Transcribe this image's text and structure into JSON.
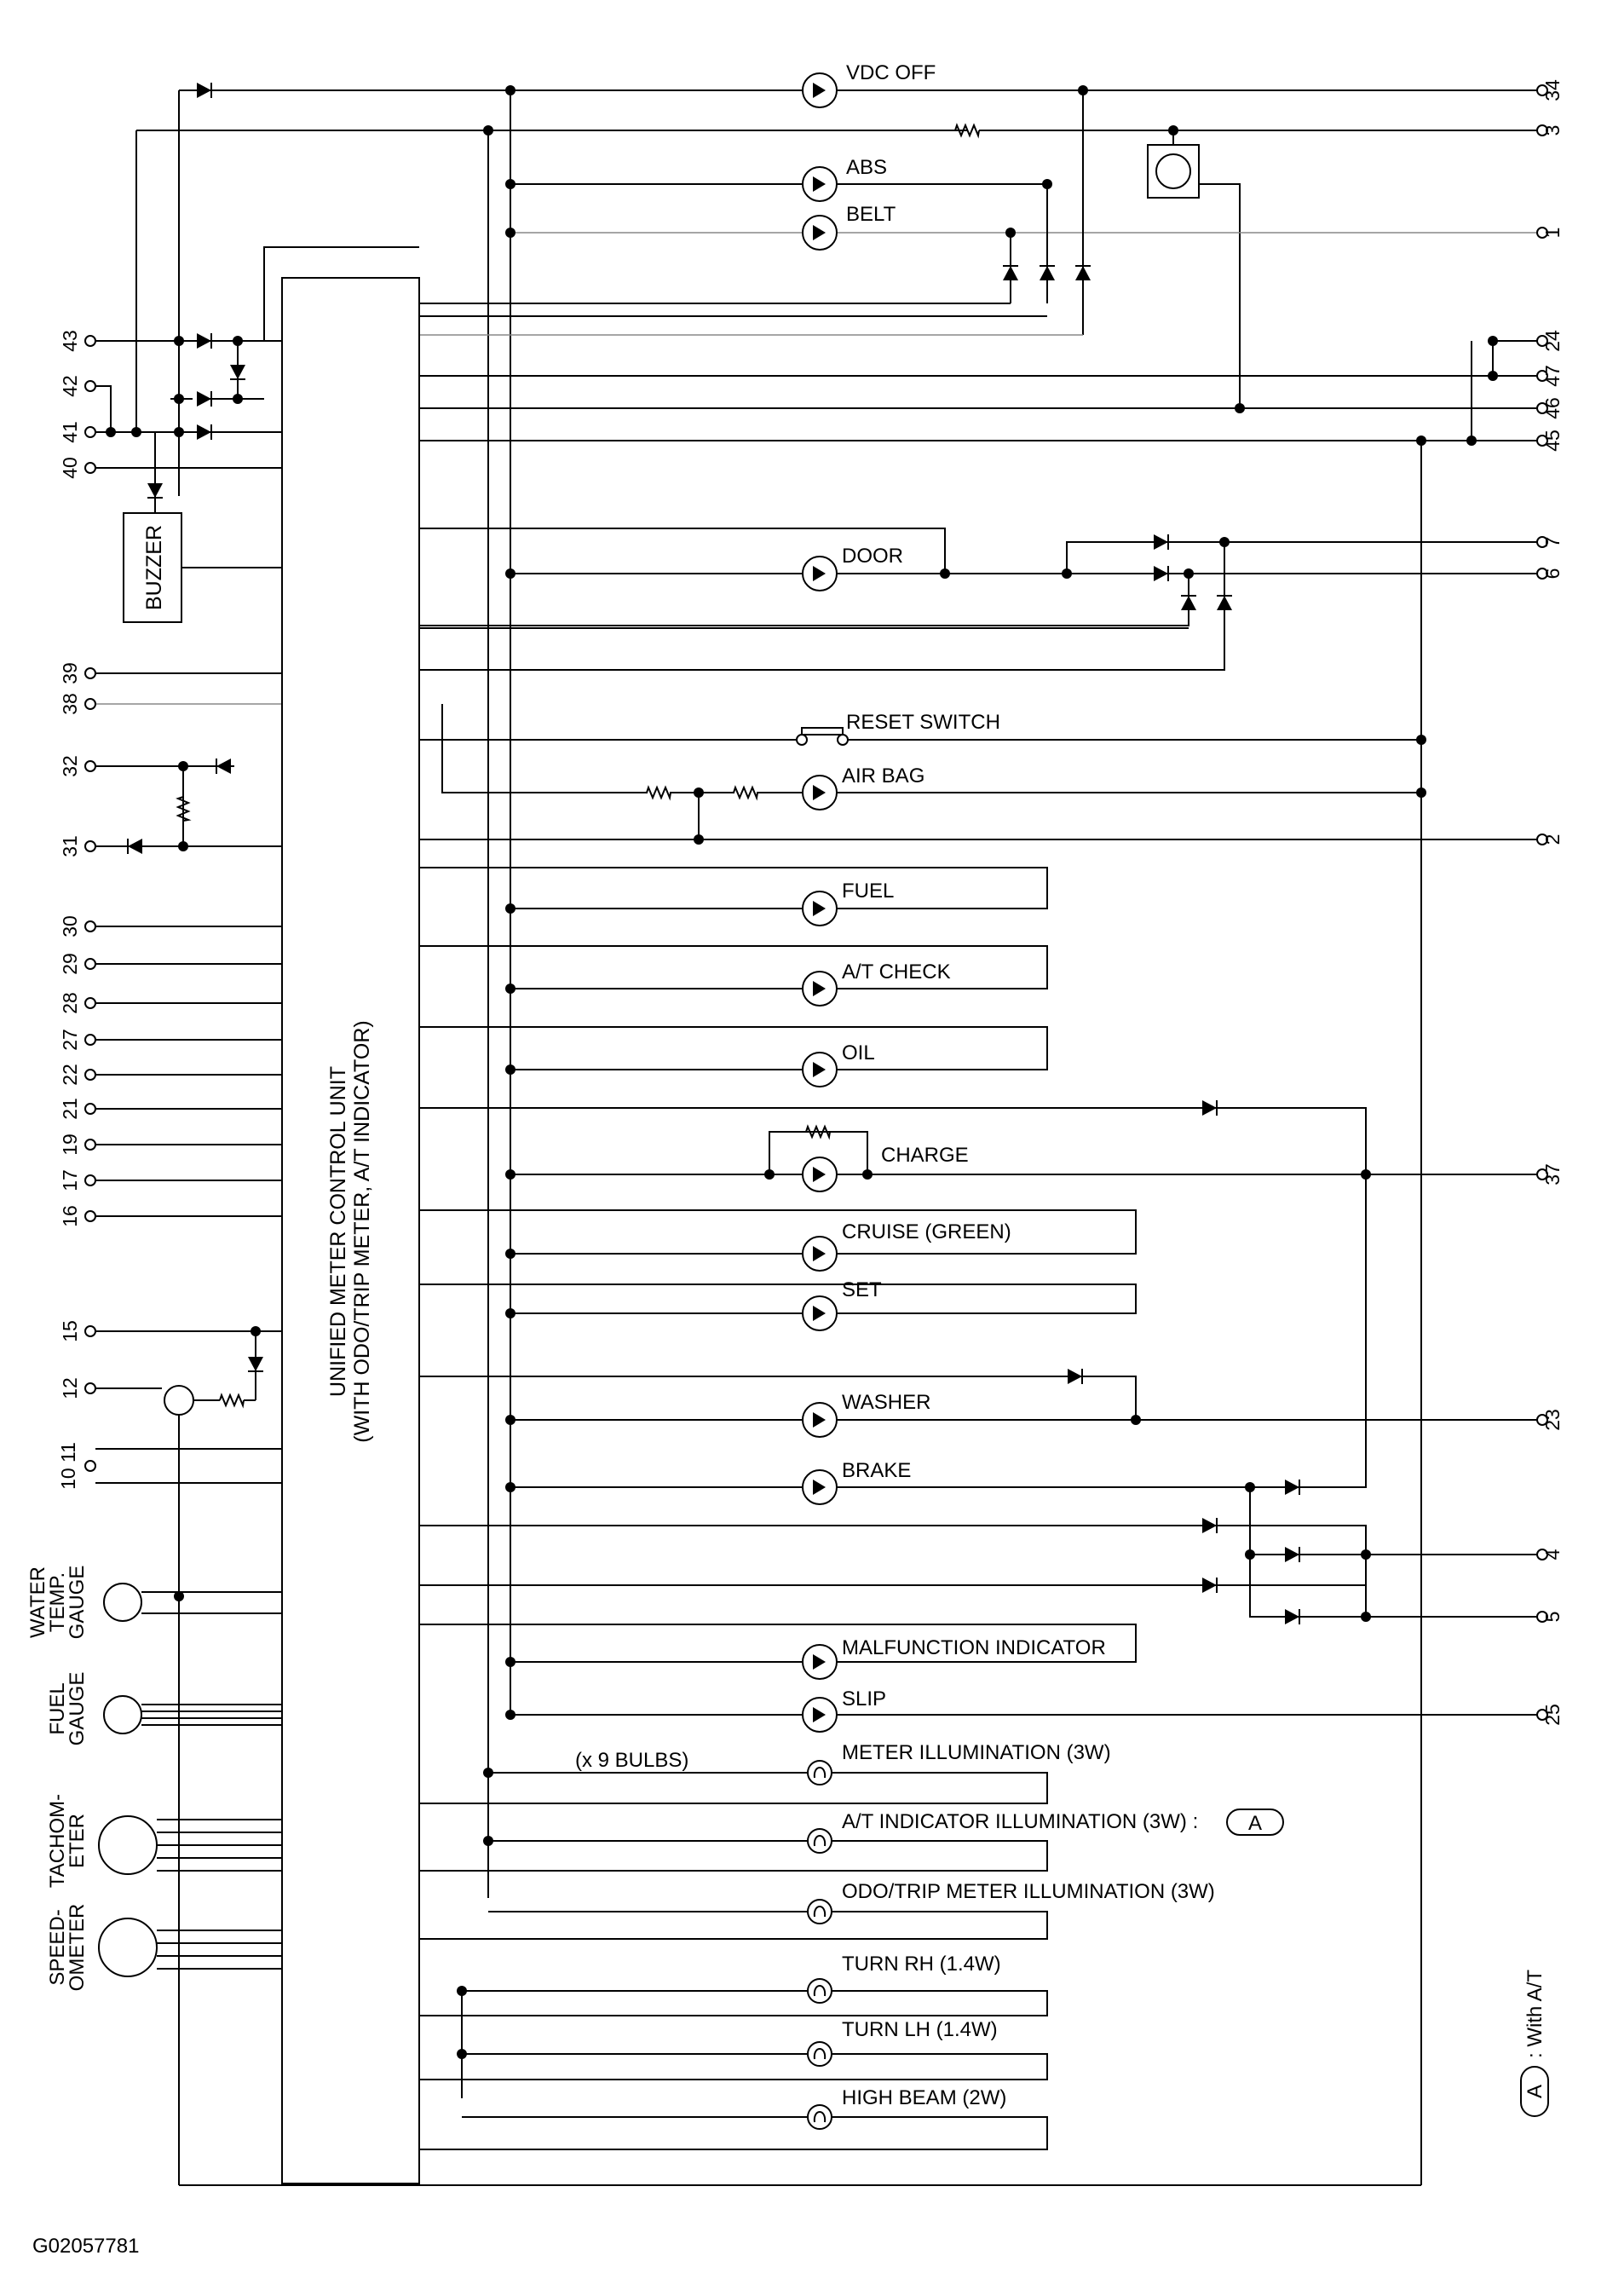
{
  "unit_label": [
    "UNIFIED METER CONTROL UNIT",
    "(WITH ODO/TRIP METER, A/T INDICATOR)"
  ],
  "buzzer_label": "BUZZER",
  "left_pins": [
    "43",
    "42",
    "41",
    "40",
    "39",
    "38",
    "32",
    "31",
    "30",
    "29",
    "28",
    "27",
    "22",
    "21",
    "19",
    "17",
    "16",
    "15",
    "12",
    "10 11"
  ],
  "right_pins": [
    "34",
    "3",
    "1",
    "24",
    "47",
    "46",
    "45",
    "7",
    "6",
    "2",
    "37",
    "23",
    "4",
    "5",
    "25"
  ],
  "indicators": [
    "VDC OFF",
    "ABS",
    "BELT",
    "DOOR",
    "RESET SWITCH",
    "AIR BAG",
    "FUEL",
    "A/T CHECK",
    "OIL",
    "CHARGE",
    "CRUISE (GREEN)",
    "SET",
    "WASHER",
    "BRAKE",
    "MALFUNCTION INDICATOR",
    "SLIP"
  ],
  "illumination": {
    "bulbs_note": "(x 9 BULBS)",
    "items": [
      "METER ILLUMINATION (3W)",
      "A/T INDICATOR ILLUMINATION (3W) :",
      "ODO/TRIP METER ILLUMINATION (3W)",
      "TURN RH (1.4W)",
      "TURN LH (1.4W)",
      "HIGH BEAM (2W)"
    ],
    "badge": "A"
  },
  "gauges": {
    "water_temp": [
      "WATER",
      "TEMP.",
      "GAUGE"
    ],
    "fuel": [
      "FUEL",
      "GAUGE"
    ],
    "tachometer": [
      "TACHOM-",
      "ETER"
    ],
    "speedometer": [
      "SPEED-",
      "OMETER"
    ]
  },
  "legend": {
    "badge": "A",
    "text": ": With A/T"
  },
  "figure_code": "G02057781"
}
